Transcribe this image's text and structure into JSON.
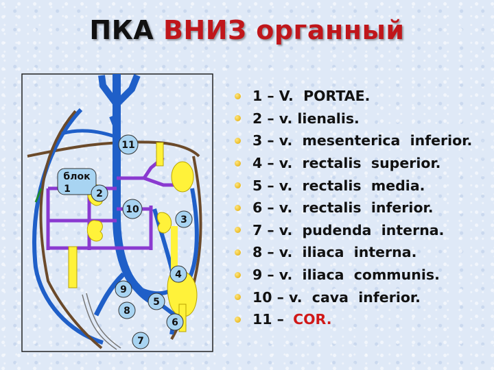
{
  "title": {
    "part1": "ПКА",
    "part2": "ВНИЗ",
    "part3": "органный"
  },
  "diagram": {
    "blok_label": "блок",
    "number_labels": [
      "1",
      "2",
      "3",
      "4",
      "5",
      "6",
      "7",
      "8",
      "9",
      "10",
      "11"
    ]
  },
  "legend": [
    {
      "text": "1 – V.  PORTAE."
    },
    {
      "text": "2 – v. lienalis."
    },
    {
      "text": "3 – v.  mesenterica  inferior."
    },
    {
      "text": "4 – v.  rectalis  superior."
    },
    {
      "text": "5 – v.  rectalis  media."
    },
    {
      "text": "6 – v.  rectalis  inferior."
    },
    {
      "text": "7 – v.  pudenda  interna."
    },
    {
      "text": "8 – v.  iliaca  interna."
    },
    {
      "text": "9 – v.  iliaca  communis."
    },
    {
      "text": "10 – v.  cava  inferior."
    },
    {
      "text": "11 – ",
      "highlight": "COR."
    }
  ],
  "colors": {
    "title_accent": "#c0161b",
    "vein_blue": "#1f5fc8",
    "purple": "#8a3ad0",
    "brown": "#6b4a2a",
    "organ_yellow": "#fff23a",
    "bullet": "#e6b800"
  }
}
